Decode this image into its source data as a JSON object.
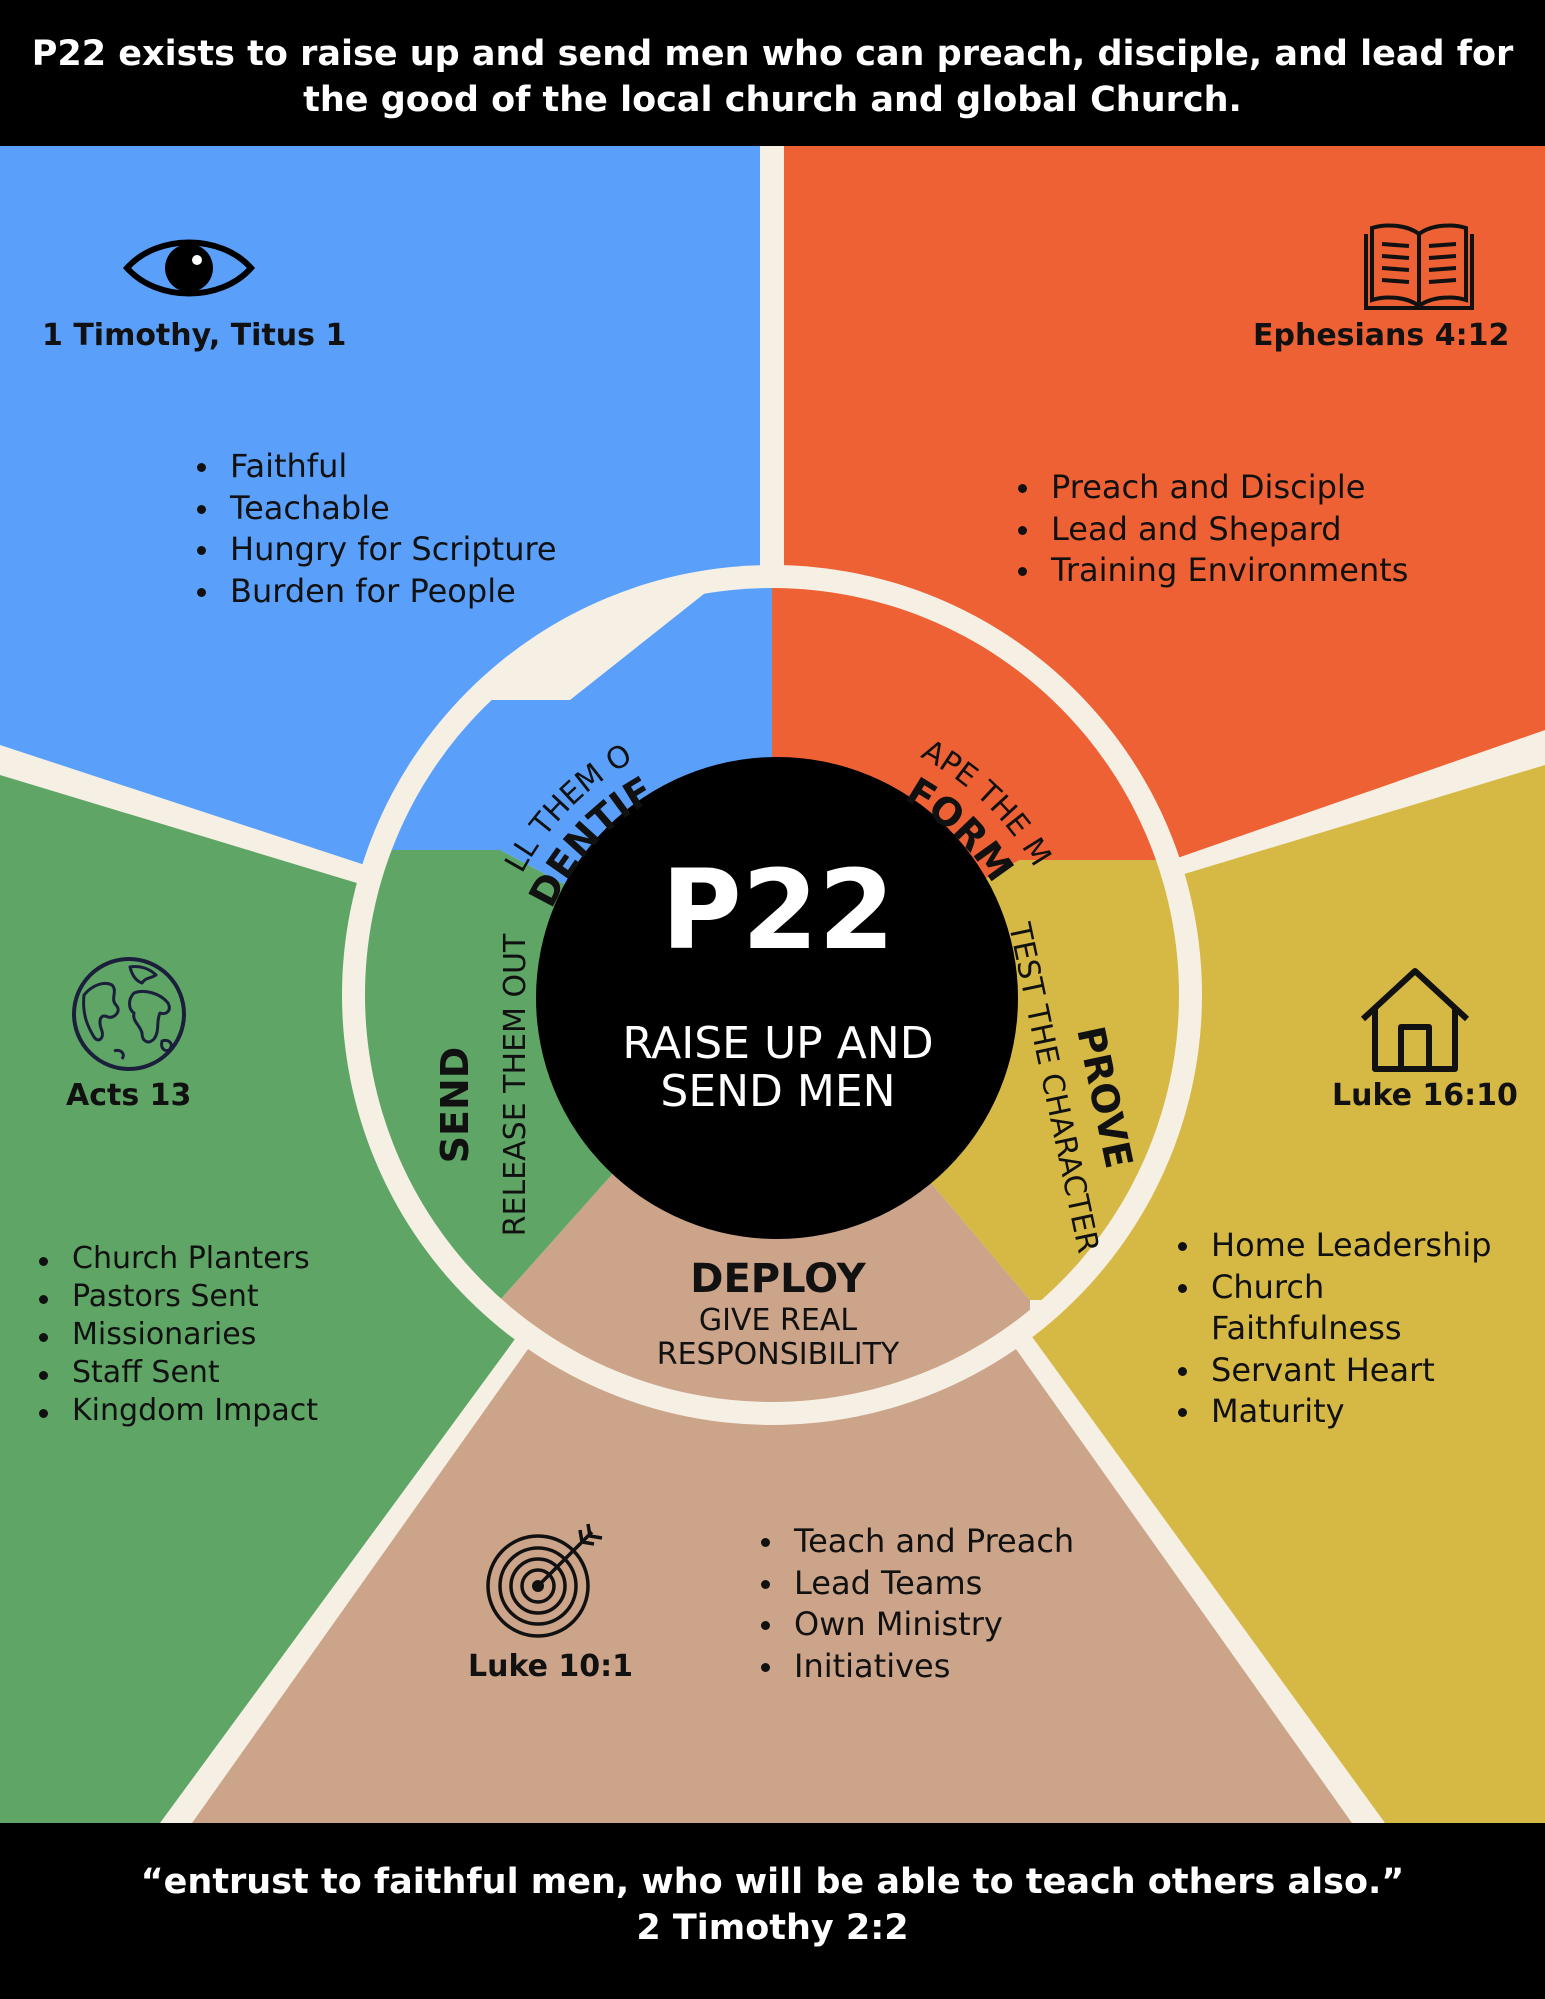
{
  "header": {
    "line1": "P22 exists to raise up and send  men who can preach, disciple, and lead for",
    "line2": "the good of the local church and  global Church."
  },
  "center": {
    "title": "P22",
    "subtitle_line1": "RAISE UP AND",
    "subtitle_line2": "SEND MEN"
  },
  "stages": {
    "identify": {
      "title": "IDENTIFY",
      "subtitle": "CALL THEM OUT"
    },
    "form": {
      "title": "FORM",
      "subtitle": "SHAPE THE MAN"
    },
    "prove": {
      "title": "PROVE",
      "subtitle": "TEST THE CHARACTER"
    },
    "deploy": {
      "title": "DEPLOY",
      "subtitle_line1": "GIVE REAL",
      "subtitle_line2": "RESPONSIBILITY"
    },
    "send": {
      "title": "SEND",
      "subtitle": "RELEASE THEM OUT"
    }
  },
  "sections": {
    "identify": {
      "icon": "eye-icon",
      "color": "#5aa0fb",
      "reference": "1 Timothy, Titus 1",
      "bullets": [
        "Faithful",
        "Teachable",
        "Hungry for Scripture",
        "Burden for People"
      ]
    },
    "form": {
      "icon": "open-book-icon",
      "color": "#ee6135",
      "reference": "Ephesians 4:12",
      "bullets": [
        "Preach and Disciple",
        "Lead and Shepard",
        "Training Environments"
      ]
    },
    "prove": {
      "icon": "house-icon",
      "color": "#d6b945",
      "reference": "Luke 16:10",
      "bullets": [
        "Home Leadership",
        "Church",
        "Faithfulness",
        "Servant Heart",
        "Maturity"
      ]
    },
    "deploy": {
      "icon": "target-arrow-icon",
      "color": "#cba48a",
      "reference": "Luke 10:1",
      "bullets": [
        "Teach and Preach",
        "Lead Teams",
        "Own Ministry",
        "Initiatives"
      ]
    },
    "send": {
      "icon": "globe-icon",
      "color": "#5fa566",
      "reference": "Acts 13",
      "bullets": [
        "Church Planters",
        "Pastors Sent",
        "Missionaries",
        "Staff Sent",
        "Kingdom Impact"
      ]
    }
  },
  "footer": {
    "quote": "“entrust to faithful men, who will be able to teach others also.”",
    "citation": "2 Timothy 2:2"
  }
}
